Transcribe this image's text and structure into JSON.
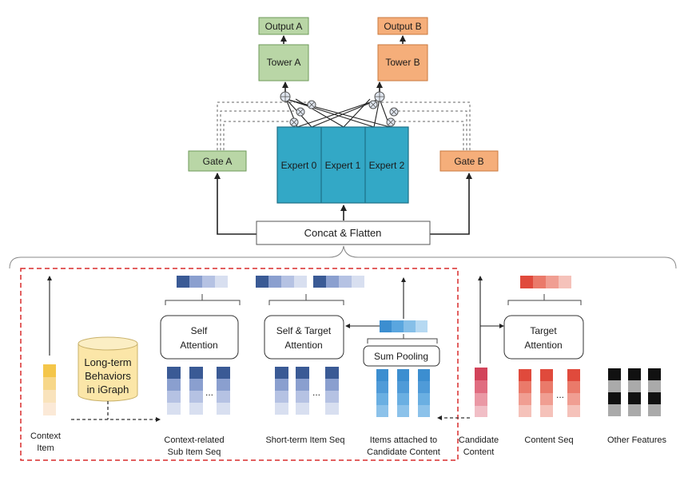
{
  "diagram": {
    "outputs": {
      "a": "Output A",
      "b": "Output B"
    },
    "towers": {
      "a": "Tower A",
      "b": "Tower B"
    },
    "gates": {
      "a": "Gate A",
      "b": "Gate B"
    },
    "experts": [
      "Expert 0",
      "Expert 1",
      "Expert 2"
    ],
    "concat": "Concat & Flatten",
    "modules": {
      "self_attention": [
        "Self",
        "Attention"
      ],
      "self_target_attention": [
        "Self & Target",
        "Attention"
      ],
      "sum_pooling": "Sum Pooling",
      "target_attention": [
        "Target",
        "Attention"
      ],
      "long_term": [
        "Long-term",
        "Behaviors",
        "in iGraph"
      ]
    },
    "inputs": {
      "context_item": [
        "Context",
        "Item"
      ],
      "context_related": [
        "Context-related",
        "Sub Item Seq"
      ],
      "short_term": "Short-term Item Seq",
      "items_attached": [
        "Items attached to",
        "Candidate Content"
      ],
      "candidate_content": [
        "Candidate",
        "Content"
      ],
      "content_seq": "Content Seq",
      "other_features": "Other Features"
    },
    "ellipsis": "...",
    "colors": {
      "green_box": "#b9d6a6",
      "green_border": "#6e9a5a",
      "orange_box": "#f5ae7a",
      "orange_border": "#c9783e",
      "expert": "#33a8c6",
      "expert_border": "#1d6f86",
      "red_dash": "#d92b2b"
    }
  }
}
